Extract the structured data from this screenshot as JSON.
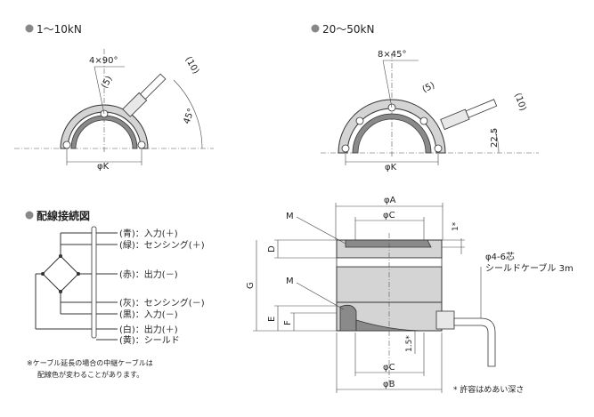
{
  "small_model": {
    "heading": "1～10kN",
    "holes": "4×90°",
    "dim_5": "(5)",
    "dim_10": "(10)",
    "angle": "45°",
    "dia_k": "φK"
  },
  "large_model": {
    "heading": "20～50kN",
    "holes": "8×45°",
    "dim_5": "(5)",
    "dim_10": "(10)",
    "offset": "22.5",
    "dia_k": "φK"
  },
  "wiring": {
    "heading": "配線接続図",
    "wires": [
      "(青)：入力(＋)",
      "(緑)：センシング(＋)",
      "(赤)：出力(－)",
      "(灰)：センシング(－)",
      "(黒)：入力(－)",
      "(白)：出力(＋)",
      "(黄)：シールド"
    ],
    "note_line1": "※ケーブル延長の場合の中継ケーブルは",
    "note_line2": "配線色が変わることがあります。"
  },
  "section": {
    "dia_a": "φA",
    "dia_c_top": "φC",
    "dia_c_bottom": "φC",
    "dia_b": "φB",
    "m_top": "M",
    "m_bottom": "M",
    "d": "D",
    "g": "G",
    "e": "E",
    "f": "F",
    "one_star": "1*",
    "one_five_star": "1.5*",
    "cable_line1": "φ4-6芯",
    "cable_line2": "シールドケーブル 3m",
    "footnote": "* 許容はめあい深さ"
  }
}
